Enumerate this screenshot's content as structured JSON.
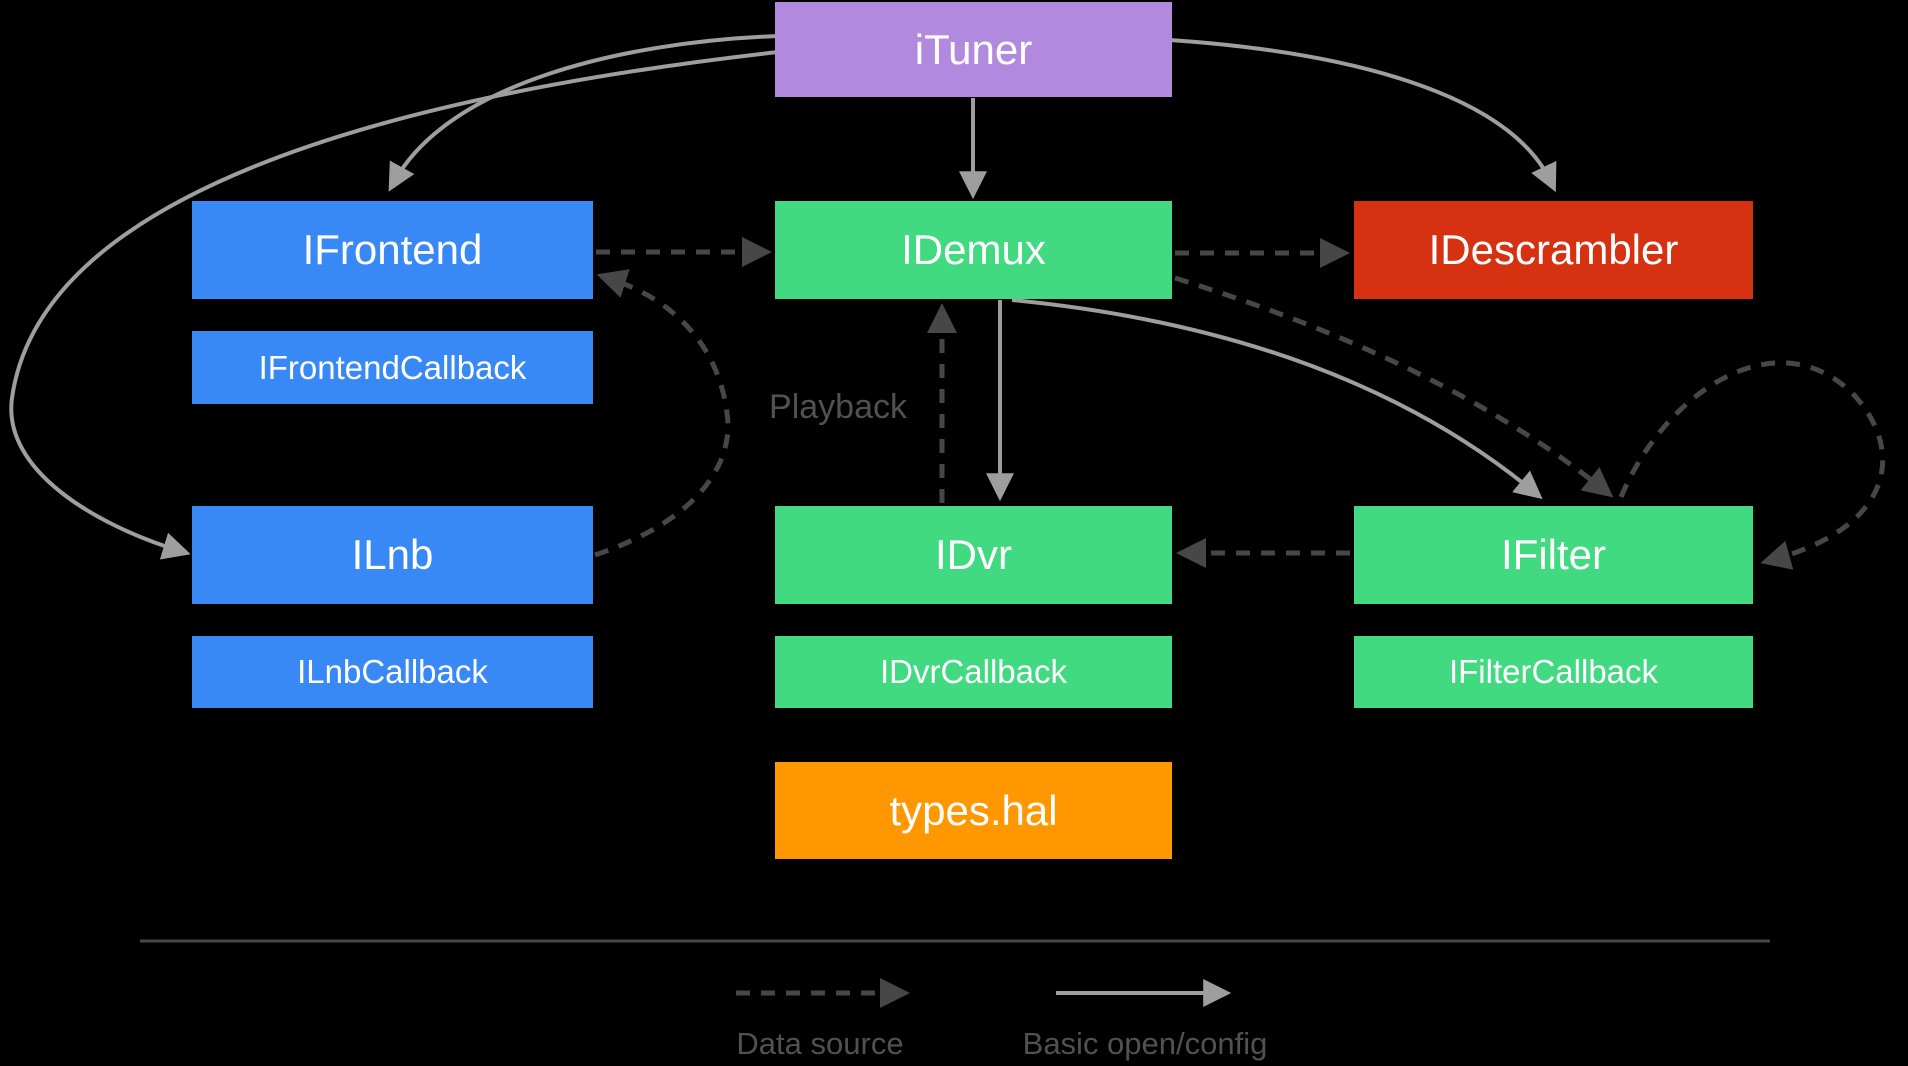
{
  "diagram": {
    "nodes": {
      "ituner": {
        "label": "iTuner"
      },
      "ifrontend": {
        "label": "IFrontend"
      },
      "ifrontend_callback": {
        "label": "IFrontendCallback"
      },
      "ilnb": {
        "label": "ILnb"
      },
      "ilnb_callback": {
        "label": "ILnbCallback"
      },
      "idemux": {
        "label": "IDemux"
      },
      "idvr": {
        "label": "IDvr"
      },
      "idvr_callback": {
        "label": "IDvrCallback"
      },
      "types_hal": {
        "label": "types.hal"
      },
      "idescrambler": {
        "label": "IDescrambler"
      },
      "ifilter": {
        "label": "IFilter"
      },
      "ifilter_callback": {
        "label": "IFilterCallback"
      }
    },
    "edge_labels": {
      "playback": "Playback"
    },
    "legend": {
      "dashed_label": "Data source",
      "solid_label": "Basic open/config"
    }
  },
  "colors": {
    "background": "#000000",
    "purple": "#b18ae0",
    "blue": "#3889f6",
    "green": "#41da81",
    "red": "#d63110",
    "orange": "#ff9800",
    "box_text": "#ffffff",
    "arrow_solid": "#9e9e9e",
    "arrow_dashed": "#474747",
    "divider": "#474747",
    "label_text": "#515151"
  }
}
